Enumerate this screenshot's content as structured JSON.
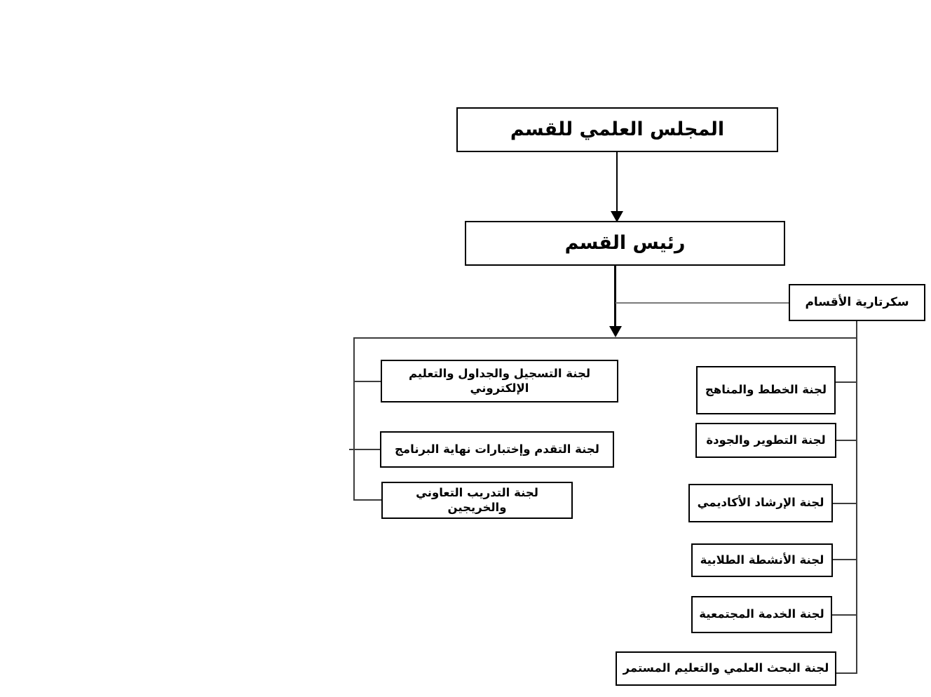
{
  "diagram": {
    "type": "org-chart",
    "direction": "rtl",
    "nodes": {
      "root": {
        "label": "المجلس العلمي للقسم"
      },
      "head": {
        "label": "رئيس القسم"
      },
      "secretary": {
        "label": "سكرتارية الأقسام"
      },
      "left_committees": [
        {
          "label": "لجنة التسجيل والجداول والتعليم الإلكتروني"
        },
        {
          "label": "لجنة التقدم وإختبارات نهاية البرنامج"
        },
        {
          "label": "لجنة التدريب التعاوني والخريجين"
        }
      ],
      "right_committees": [
        {
          "label": "لجنة الخطط والمناهج"
        },
        {
          "label": "لجنة التطوير والجودة"
        },
        {
          "label": "لجنة الإرشاد الأكاديمي"
        },
        {
          "label": "لجنة الأنشطة الطلابية"
        },
        {
          "label": "لجنة الخدمة المجتمعية"
        },
        {
          "label": "لجنة البحث العلمي والتعليم المستمر"
        }
      ]
    },
    "edges": [
      "root -> head (arrow)",
      "head -> committees rail (arrow)",
      "head -> secretary (line)",
      "secretary spine -> right committees",
      "left spine -> left committees"
    ],
    "colors": {
      "background": "#ffffff",
      "box_fill": "#ffffff",
      "box_border": "#000000",
      "text": "#000000",
      "line": "#3c3c3c",
      "thin_line": "#7a7a7a"
    }
  }
}
